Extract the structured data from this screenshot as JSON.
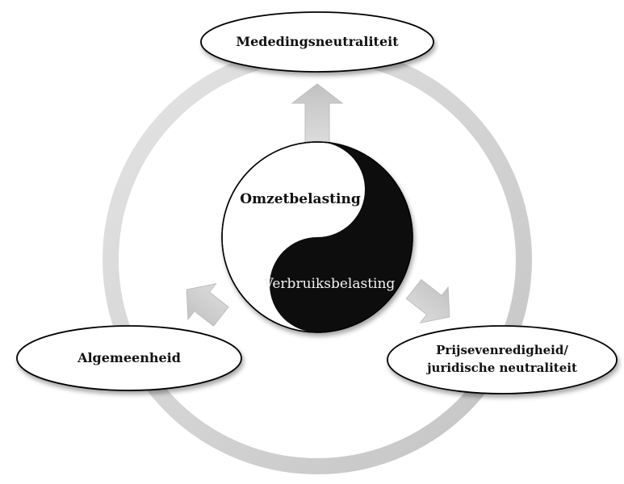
{
  "nodes": {
    "top": {
      "label": "Mededingsneutraliteit"
    },
    "left": {
      "label": "Algemeenheid"
    },
    "right": {
      "line1": "Prijsevenredigheid/",
      "line2": "juridische neutraliteit"
    }
  },
  "center": {
    "upper_label": "Omzetbelasting",
    "lower_label": "Verbruiksbelasting"
  },
  "colors": {
    "ring": "#d6d6d6",
    "arrow": "#c9c9c9",
    "yin_dark": "#111111",
    "outline": "#000000"
  }
}
